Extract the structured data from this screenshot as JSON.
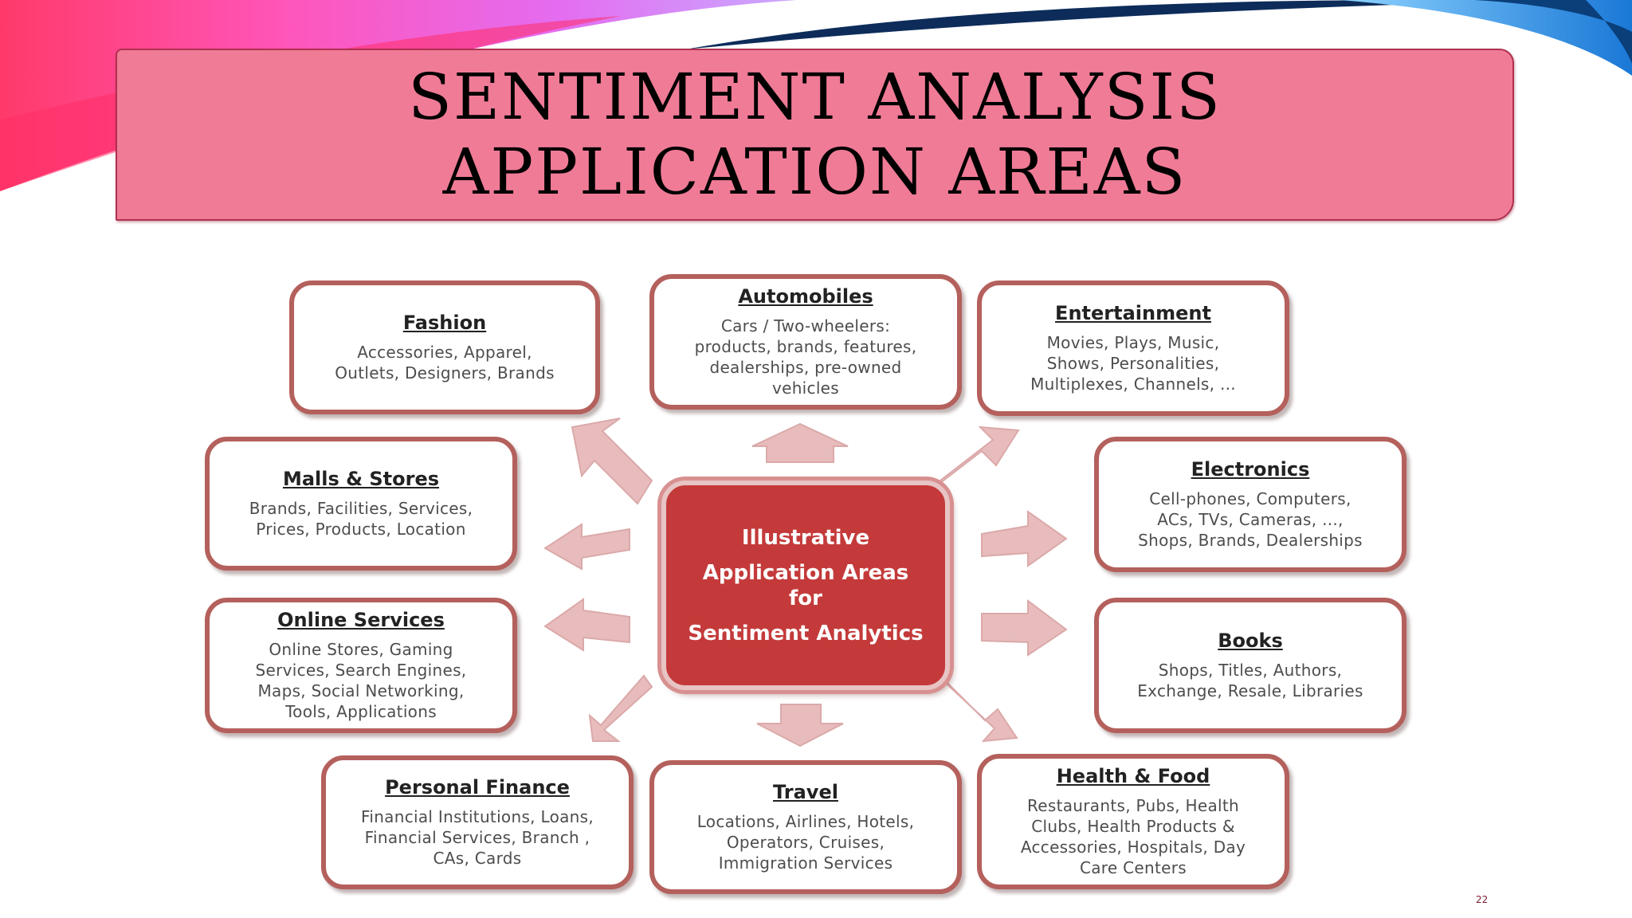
{
  "slide": {
    "title": "SENTIMENT ANALYSIS APPLICATION AREAS",
    "page_number": "22"
  },
  "diagram": {
    "center": {
      "line1": "Illustrative",
      "line2": "Application Areas",
      "line3": "for",
      "line4": "Sentiment Analytics"
    },
    "areas": [
      {
        "key": "fashion",
        "title": "Fashion",
        "lines": [
          "Accessories, Apparel,",
          "Outlets, Designers, Brands"
        ]
      },
      {
        "key": "automobiles",
        "title": "Automobiles",
        "lines": [
          "Cars / Two-wheelers:",
          "products, brands, features,",
          "dealerships, pre-owned",
          "vehicles"
        ]
      },
      {
        "key": "entertainment",
        "title": "Entertainment",
        "lines": [
          "Movies, Plays, Music,",
          "Shows, Personalities,",
          "Multiplexes, Channels, ..."
        ]
      },
      {
        "key": "malls",
        "title": "Malls & Stores",
        "lines": [
          "Brands, Facilities, Services,",
          "Prices, Products, Location"
        ]
      },
      {
        "key": "electronics",
        "title": "Electronics",
        "lines": [
          "Cell-phones, Computers,",
          "ACs, TVs, Cameras, ...,",
          "Shops, Brands, Dealerships"
        ]
      },
      {
        "key": "online",
        "title": "Online Services",
        "lines": [
          "Online Stores, Gaming",
          "Services, Search Engines,",
          "Maps, Social Networking,",
          "Tools, Applications"
        ]
      },
      {
        "key": "books",
        "title": "Books",
        "lines": [
          "Shops, Titles, Authors,",
          "Exchange, Resale, Libraries"
        ]
      },
      {
        "key": "finance",
        "title": "Personal Finance",
        "lines": [
          "Financial Institutions, Loans,",
          "Financial Services, Branch ,",
          "CAs, Cards"
        ]
      },
      {
        "key": "travel",
        "title": "Travel",
        "lines": [
          "Locations, Airlines, Hotels,",
          "Operators, Cruises,",
          "Immigration Services"
        ]
      },
      {
        "key": "health",
        "title": "Health & Food",
        "lines": [
          "Restaurants, Pubs, Health",
          "Clubs, Health Products &",
          "Accessories, Hospitals, Day",
          "Care Centers"
        ]
      }
    ]
  },
  "colors": {
    "title_fill": "#f07b96",
    "card_border": "#b4605c",
    "center_fill": "#c43a3a",
    "arrow_fill": "#e7b9b9"
  }
}
